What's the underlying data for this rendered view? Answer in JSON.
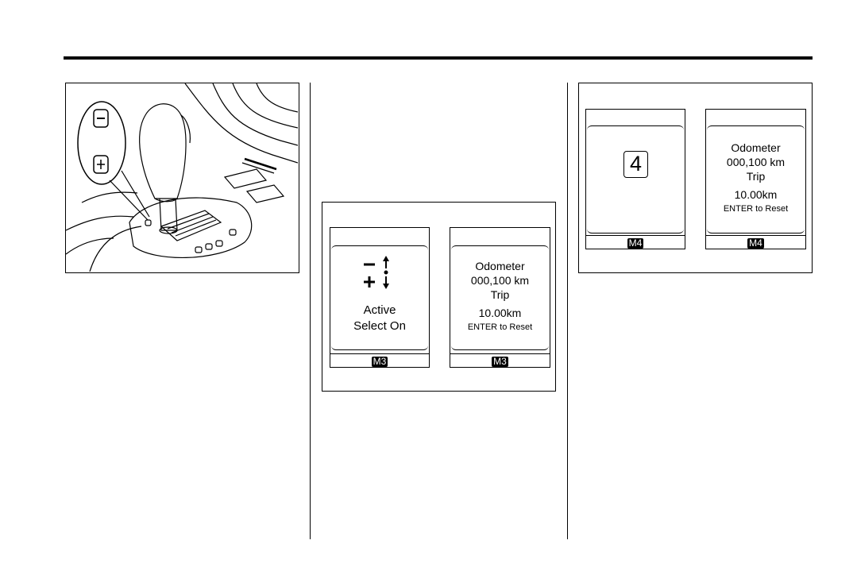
{
  "figure2": {
    "screen1": {
      "line1": "Active",
      "line2": "Select On",
      "badge": "M3"
    },
    "screen2": {
      "line1": "Odometer",
      "line2": "000,100 km",
      "line3": "Trip",
      "line4": "10.00km",
      "line5": "ENTER to Reset",
      "badge": "M3"
    }
  },
  "figure3": {
    "screen1": {
      "gear": "4",
      "badge": "M4"
    },
    "screen2": {
      "line1": "Odometer",
      "line2": "000,100 km",
      "line3": "Trip",
      "line4": "10.00km",
      "line5": "ENTER to Reset",
      "badge": "M4"
    }
  }
}
